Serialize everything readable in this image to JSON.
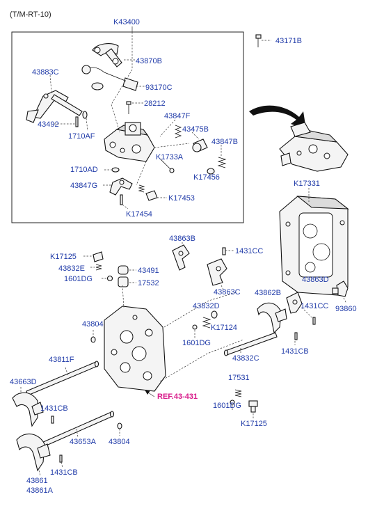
{
  "header": "(T/M-RT-10)",
  "box_label": "K43400",
  "reference": "REF.43-431",
  "callouts": {
    "c43171B": "43171B",
    "c43870B": "43870B",
    "c43883C": "43883C",
    "c93170C": "93170C",
    "c28212": "28212",
    "c43492": "43492",
    "c43847F": "43847F",
    "c1710AF": "1710AF",
    "c43475B": "43475B",
    "c43847B": "43847B",
    "cK1733A": "K1733A",
    "c1710AD": "1710AD",
    "cK17456": "K17456",
    "c43847G": "43847G",
    "cK17453": "K17453",
    "cK17454": "K17454",
    "cK17331": "K17331",
    "c43863B": "43863B",
    "c1431CC_a": "1431CC",
    "cK17125_a": "K17125",
    "c43832E": "43832E",
    "c43491": "43491",
    "c1601DG_a": "1601DG",
    "c17532": "17532",
    "c43863C": "43863C",
    "c43863D": "43863D",
    "c43862B": "43862B",
    "c1431CC_b": "1431CC",
    "c93860": "93860",
    "c43832D": "43832D",
    "c43804_a": "43804",
    "cK17124": "K17124",
    "c1601DG_b": "1601DG",
    "c1431CB_a": "1431CB",
    "c43811F": "43811F",
    "c43832C": "43832C",
    "c43663D": "43663D",
    "c17531": "17531",
    "c1431CB_b": "1431CB",
    "c1601DG_c": "1601DG",
    "c43653A": "43653A",
    "c43804_b": "43804",
    "cK17125_b": "K17125",
    "c1431CB_c": "1431CB",
    "c43861": "43861",
    "c43861A": "43861A"
  }
}
